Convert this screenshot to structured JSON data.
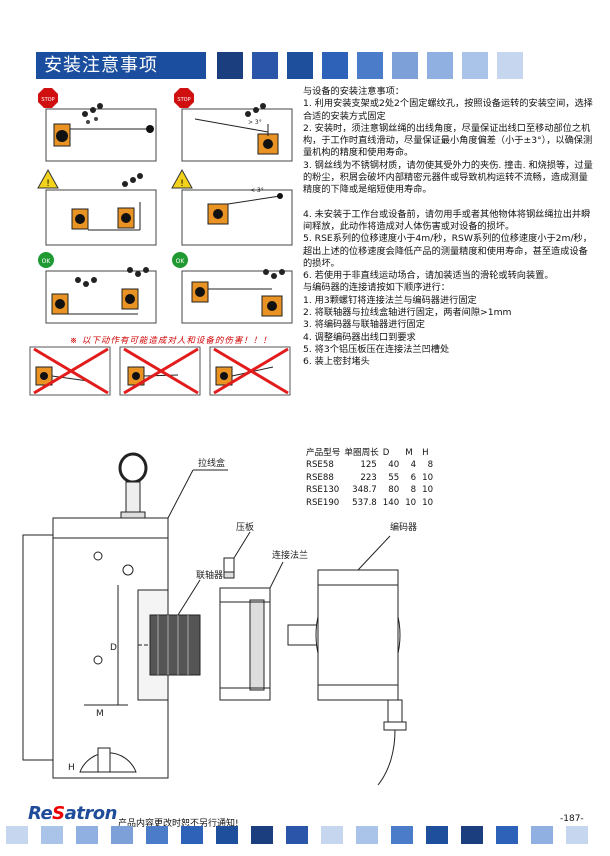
{
  "header": {
    "title": "安装注意事项",
    "squares": [
      "#1b3f7e",
      "#2a55a8",
      "#1d4f9c",
      "#2d62b8",
      "#4a7cc9",
      "#7ea0d8",
      "#8fb0e0",
      "#aac3e8",
      "#c6d6ef"
    ]
  },
  "install_notes": {
    "heading": "与设备的安装注意事项：",
    "items": [
      "1. 利用安装支架或2处2个固定螺纹孔，按照设备运转的安装空间，选择合适的安装方式固定",
      "2. 安装时，须注意钢丝绳的出线角度，尽量保证出线口至移动部位之机构，于工作时直线滑动，尽量保证最小角度偏差（小于±3°），以确保测量机构的精度和使用寿命。",
      "3. 钢丝线为不锈钢材质，请勿使其受外力的夹伤. 撞击. 和烧损等，过量的粉尘，积屑会破坏内部精密元器件或导致机构运转不流畅，造成测量精度的下降或是缩短使用寿命。",
      "4. 未安装于工作台或设备前，请勿用手或者其他物体将钢丝绳拉出并瞬间释放，此动作将造成对人体伤害或对设备的损坏。",
      "5. RSE系列的位移速度小于4m/秒，RSW系列的位移速度小于2m/秒，超出上述的位移速度会降低产品的测量精度和使用寿命，甚至造成设备的损坏。",
      "6. 若使用于非直线运动场合，请加装适当的滑轮或转向装置。"
    ]
  },
  "encoder_notes": {
    "heading": "与编码器的连接请按如下顺序进行：",
    "steps": [
      "1. 用3颗螺钉将连接法兰与编码器进行固定",
      "2. 将联轴器与拉线盒轴进行固定，两者间隙>1mm",
      "3. 将编码器与联轴器进行固定",
      "4. 调整编码器出线口到要求",
      "5. 将3个铝压板压在连接法兰凹槽处",
      "6. 装上密封堵头"
    ]
  },
  "spec_table": {
    "headers": [
      "产品型号",
      "单圈周长",
      "D",
      "M",
      "H"
    ],
    "rows": [
      [
        "RSE58",
        "125",
        "40",
        "4",
        "8"
      ],
      [
        "RSE88",
        "223",
        "55",
        "6",
        "10"
      ],
      [
        "RSE130",
        "348.7",
        "80",
        "8",
        "10"
      ],
      [
        "RSE190",
        "537.8",
        "140",
        "10",
        "10"
      ]
    ]
  },
  "figures": {
    "stop_label": "STOP",
    "ok_label": "OK",
    "angle_label": "> 3°",
    "angle_label_warn": "< 3°",
    "warning_text": "※ 以下动作有可能造成对人和设备的伤害！！！"
  },
  "drawing": {
    "label_box": "拉线盒",
    "label_coupling": "联轴器",
    "label_plate": "压板",
    "label_flange": "连接法兰",
    "label_encoder": "编码器",
    "dim_d": "D",
    "dim_m": "M",
    "dim_h": "H"
  },
  "footer": {
    "brand_a": "Re",
    "brand_s": "S",
    "brand_b": "atron",
    "note": "产品内容更改时恕不另行通知!",
    "page": "-187-",
    "squares": [
      "#c6d6ef",
      "#aac3e8",
      "#8fb0e0",
      "#7ea0d8",
      "#4a7cc9",
      "#2d62b8",
      "#1d4f9c",
      "#1b3f7e",
      "#2a55a8",
      "#c6d6ef",
      "#aac3e8",
      "#4a7cc9",
      "#1d4f9c",
      "#1b3f7e",
      "#2d62b8",
      "#8fb0e0",
      "#c6d6ef"
    ]
  }
}
